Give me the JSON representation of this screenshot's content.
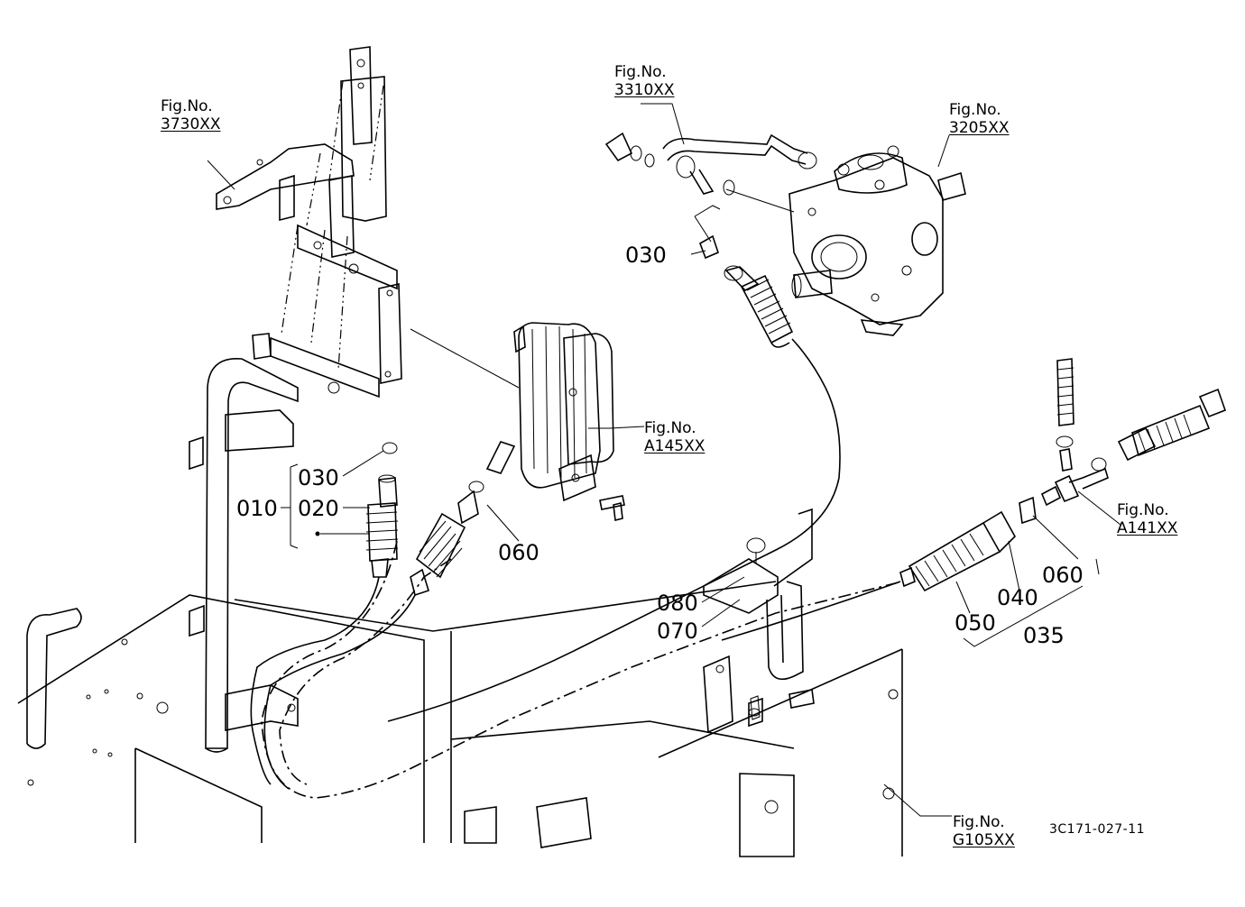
{
  "figure_refs": [
    {
      "id": "fig-3730",
      "prefix": "Fig.No.",
      "number": "3730XX"
    },
    {
      "id": "fig-3310",
      "prefix": "Fig.No.",
      "number": "3310XX"
    },
    {
      "id": "fig-3205",
      "prefix": "Fig.No.",
      "number": "3205XX"
    },
    {
      "id": "fig-a145",
      "prefix": "Fig.No.",
      "number": "A145XX"
    },
    {
      "id": "fig-a141",
      "prefix": "Fig.No.",
      "number": "A141XX"
    },
    {
      "id": "fig-g105",
      "prefix": "Fig.No.",
      "number": "G105XX"
    }
  ],
  "part_labels": {
    "p030_top": "030",
    "p030_left": "030",
    "p010": "010",
    "p020": "020",
    "p060_left": "060",
    "p080": "080",
    "p070": "070",
    "p060_right": "060",
    "p050": "050",
    "p040": "040",
    "p035": "035"
  },
  "drawing_code": "3C171-027-11"
}
